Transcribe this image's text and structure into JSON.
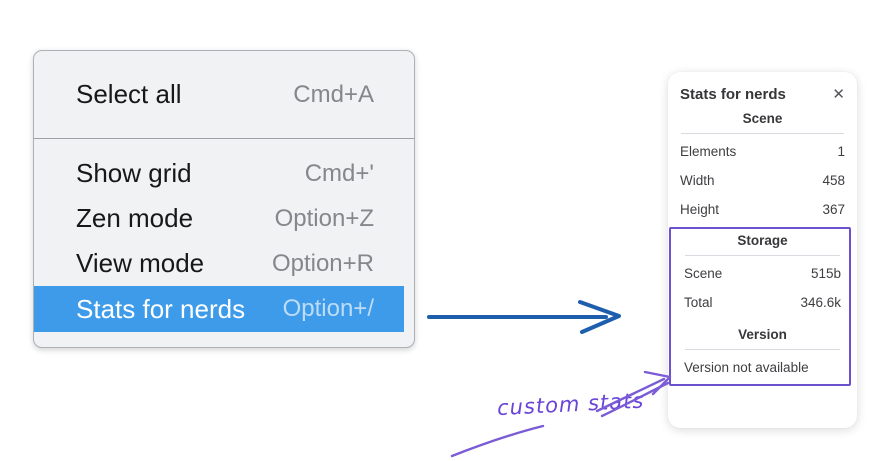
{
  "menu": {
    "items": [
      {
        "label": "Select all",
        "shortcut": "Cmd+A"
      },
      {
        "label": "Show grid",
        "shortcut": "Cmd+'"
      },
      {
        "label": "Zen mode",
        "shortcut": "Option+Z"
      },
      {
        "label": "View mode",
        "shortcut": "Option+R"
      },
      {
        "label": "Stats for nerds",
        "shortcut": "Option+/"
      }
    ],
    "selected_item": "Stats for nerds"
  },
  "panel": {
    "title": "Stats for nerds",
    "close_icon": "✕",
    "sections": [
      {
        "heading": "Scene",
        "rows": [
          {
            "label": "Elements",
            "value": "1"
          },
          {
            "label": "Width",
            "value": "458"
          },
          {
            "label": "Height",
            "value": "367"
          }
        ]
      },
      {
        "heading": "Storage",
        "rows": [
          {
            "label": "Scene",
            "value": "515b"
          },
          {
            "label": "Total",
            "value": "346.6k"
          }
        ]
      },
      {
        "heading": "Version",
        "note": "Version not available"
      }
    ]
  },
  "annotation": {
    "label": "custom stats"
  },
  "colors": {
    "menu_highlight": "#3e9bea",
    "menu_background": "#f1f2f4",
    "flow_arrow": "#1d5fad",
    "annotation_purple": "#6c50cd"
  }
}
